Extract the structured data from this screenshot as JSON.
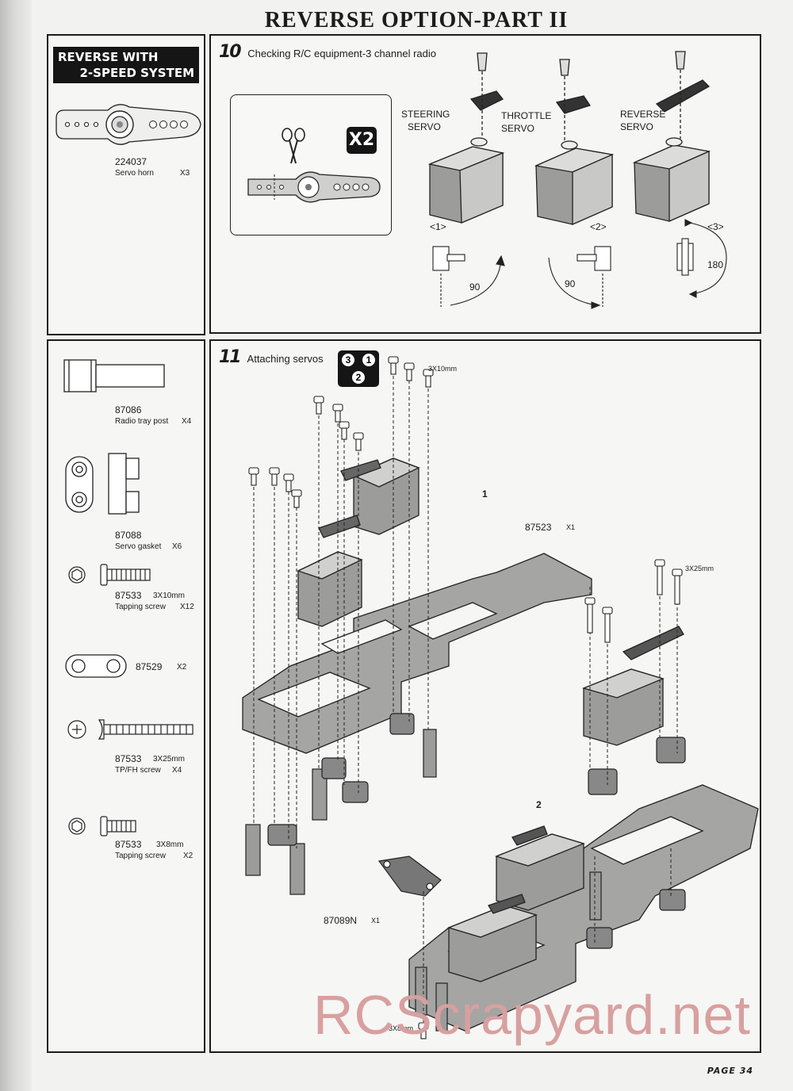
{
  "title": "REVERSE OPTION-PART  II",
  "badge": {
    "line1": "REVERSE WITH",
    "line2": "2-SPEED SYSTEM"
  },
  "step10": {
    "number": "10",
    "heading": "Checking R/C equipment-3 channel radio",
    "multiplier": "X2",
    "servos": {
      "steering_1": "STEERING",
      "steering_2": "SERVO",
      "throttle_1": "THROTTLE",
      "throttle_2": "SERVO",
      "reverse_1": "REVERSE",
      "reverse_2": "SERVO"
    },
    "positions": {
      "p1": "<1>",
      "p2": "<2>",
      "p3": "<3>"
    },
    "angles": {
      "a1": "90",
      "a2": "90",
      "a3": "180"
    }
  },
  "parts_top": [
    {
      "number": "224037",
      "desc": "Servo horn",
      "qty": "X3"
    }
  ],
  "step11": {
    "number": "11",
    "heading": "Attaching servos",
    "order": {
      "o1": "3",
      "o2": "1",
      "o3": "2"
    },
    "labels": {
      "screw_top": "3X10mm",
      "plate_part": "87523",
      "plate_qty": "X1",
      "screw_right": "3X25mm",
      "mount_part": "87089N",
      "mount_qty": "X1",
      "screw_bottom": "3X8mm",
      "assembly1": "1",
      "assembly2": "2"
    }
  },
  "parts": {
    "p1": {
      "number": "87086",
      "desc": "Radio tray post",
      "qty": "X4"
    },
    "p2": {
      "number": "87088",
      "desc": "Servo gasket",
      "qty": "X6"
    },
    "p3": {
      "number": "87533",
      "size": "3X10mm",
      "desc": "Tapping screw",
      "qty": "X12"
    },
    "p4": {
      "number": "87529",
      "qty": "X2"
    },
    "p5": {
      "number": "87533",
      "size": "3X25mm",
      "desc": "TP/FH  screw",
      "qty": "X4"
    },
    "p6": {
      "number": "87533",
      "size": "3X8mm",
      "desc": "Tapping screw",
      "qty": "X2"
    }
  },
  "watermark": "RCScrapyard.net",
  "footer": "PAGE  34"
}
